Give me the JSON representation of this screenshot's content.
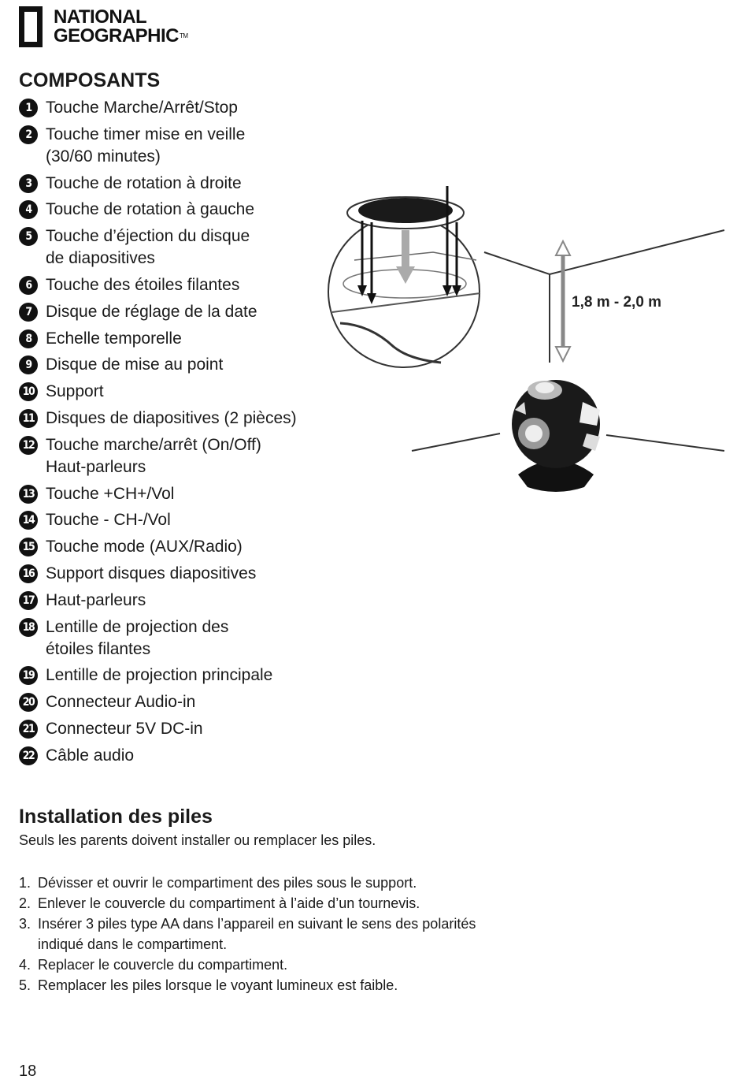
{
  "header": {
    "logo_line1": "NATIONAL",
    "logo_line2": "GEOGRAPHIC",
    "logo_tm": "TM"
  },
  "composants": {
    "title": "COMPOSANTS",
    "items": [
      {
        "n": "1",
        "label": "Touche Marche/Arrêt/Stop"
      },
      {
        "n": "2",
        "label": "Touche timer mise en veille\n(30/60 minutes)"
      },
      {
        "n": "3",
        "label": "Touche de rotation à droite"
      },
      {
        "n": "4",
        "label": "Touche de rotation à gauche"
      },
      {
        "n": "5",
        "label": "Touche d’éjection du disque\nde diapositives"
      },
      {
        "n": "6",
        "label": "Touche des étoiles filantes"
      },
      {
        "n": "7",
        "label": "Disque de réglage de la date"
      },
      {
        "n": "8",
        "label": "Echelle temporelle"
      },
      {
        "n": "9",
        "label": "Disque de mise au point"
      },
      {
        "n": "10",
        "label": "Support"
      },
      {
        "n": "11",
        "label": "Disques de diapositives (2 pièces)"
      },
      {
        "n": "12",
        "label": "Touche marche/arrêt (On/Off)\nHaut-parleurs"
      },
      {
        "n": "13",
        "label": "Touche +CH+/Vol"
      },
      {
        "n": "14",
        "label": "Touche - CH-/Vol"
      },
      {
        "n": "15",
        "label": "Touche mode (AUX/Radio)"
      },
      {
        "n": "16",
        "label": "Support disques diapositives"
      },
      {
        "n": "17",
        "label": "Haut-parleurs"
      },
      {
        "n": "18",
        "label": "Lentille de projection des\nétoiles filantes"
      },
      {
        "n": "19",
        "label": "Lentille de projection principale"
      },
      {
        "n": "20",
        "label": "Connecteur Audio-in"
      },
      {
        "n": "21",
        "label": "Connecteur 5V DC-in"
      },
      {
        "n": "22",
        "label": "Câble audio"
      }
    ]
  },
  "illustration": {
    "distance_label": "1,8 m - 2,0 m"
  },
  "installation": {
    "title": "Installation des piles",
    "note": "Seuls les parents doivent installer ou remplacer les piles.",
    "steps": [
      {
        "n": "1.",
        "text": "Dévisser et ouvrir le compartiment des piles sous le support."
      },
      {
        "n": "2.",
        "text": "Enlever le couvercle du compartiment à l’aide d’un tournevis."
      },
      {
        "n": "3.",
        "text": "Insérer 3 piles type AA dans l’appareil en suivant le sens des polarités\nindiqué dans le compartiment."
      },
      {
        "n": "4.",
        "text": "Replacer le couvercle du compartiment."
      },
      {
        "n": "5.",
        "text": "Remplacer les piles lorsque le voyant lumineux est faible."
      }
    ]
  },
  "footer": {
    "page_number": "18"
  }
}
